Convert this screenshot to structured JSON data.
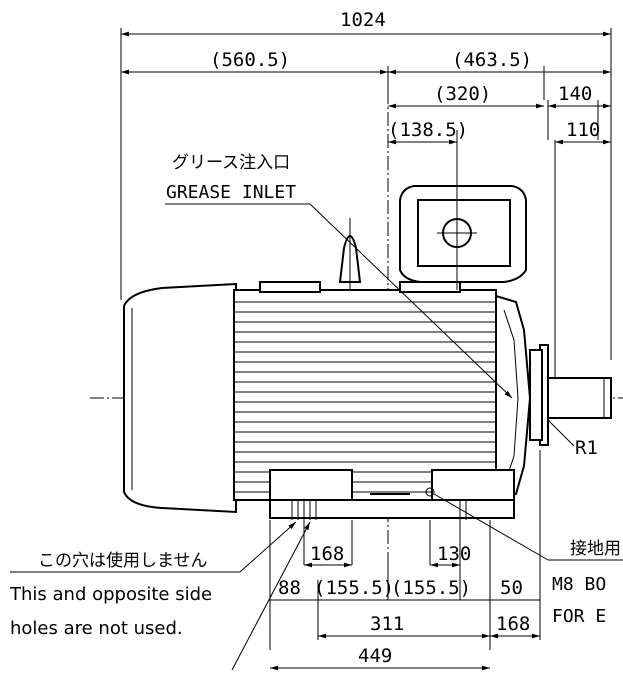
{
  "dimensions": {
    "overall_length": "1024",
    "left_part": "(560.5)",
    "right_part": "(463.5)",
    "terminal_box_offset": "(320)",
    "terminal_box_center": "(138.5)",
    "shaft_extension": "140",
    "shaft_length": "110",
    "foot_hole_spacing": "168",
    "foot_to_edge": "130",
    "left_end_to_foot": "88",
    "foot_half_left": "(155.5)",
    "foot_half_right": "(155.5)",
    "foot_to_shaft_end": "50",
    "foot_span": "311",
    "shaft_end_to_foot": "168",
    "foot_total": "449",
    "fillet_radius": "R1"
  },
  "labels": {
    "grease_inlet_jp": "グリース注入口",
    "grease_inlet_en": "GREASE INLET",
    "unused_holes_jp": "この穴は使用しません",
    "unused_holes_en_line1": "This and opposite side",
    "unused_holes_en_line2": "holes are not used.",
    "ground_jp": "接地用",
    "ground_en_line1": "M8 BO",
    "ground_en_line2": "FOR E"
  }
}
